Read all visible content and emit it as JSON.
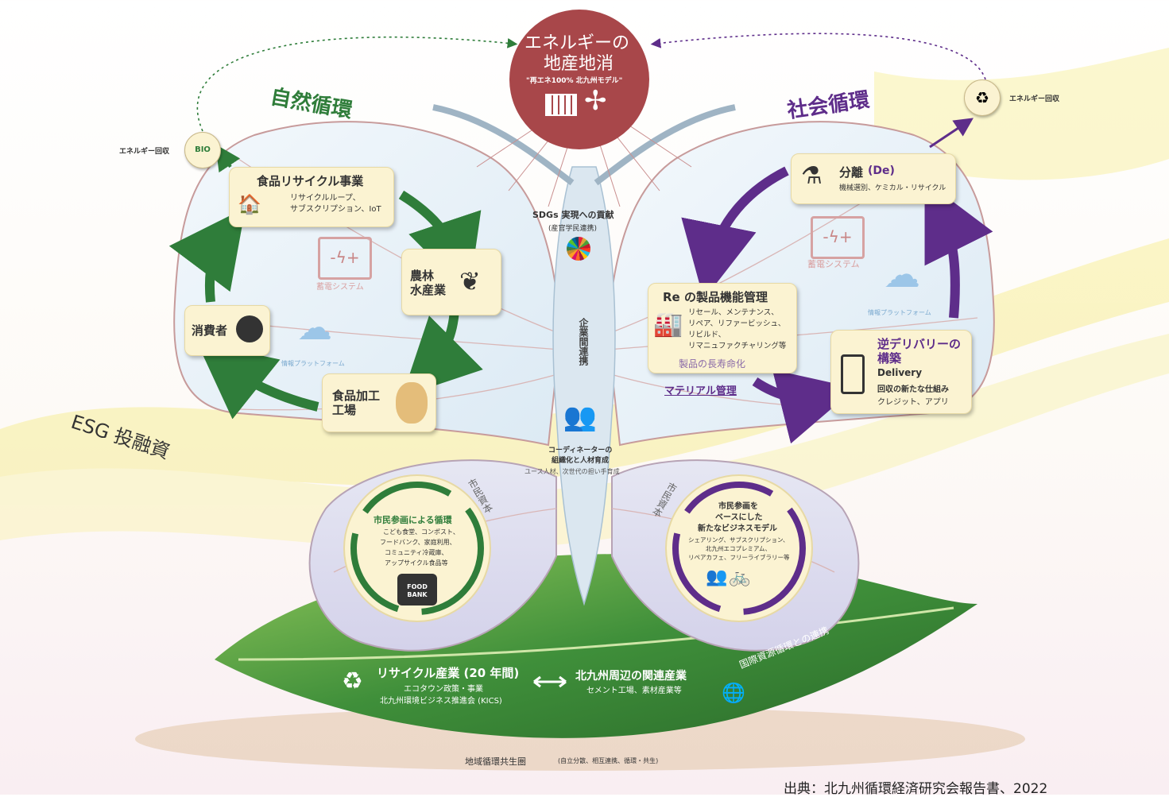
{
  "top": {
    "title_line1": "エネルギーの",
    "title_line2": "地産地消",
    "subtitle": "\"再エネ100% 北九州モデル\""
  },
  "left_wing": {
    "title": "自然循環",
    "energy_recovery": "エネルギー回収",
    "food_recycle": {
      "title": "食品リサイクル事業",
      "line1": "リサイクルループ、",
      "line2": "サブスクリプション、IoT"
    },
    "agri": {
      "line1": "農林",
      "line2": "水産業"
    },
    "factory": {
      "line1": "食品加工",
      "line2": "工場"
    },
    "consumer": "消費者",
    "battery": "蓄電システム",
    "platform": "情報プラットフォーム"
  },
  "right_wing": {
    "title": "社会循環",
    "energy_recovery": "エネルギー回収",
    "separation": {
      "title": "分離",
      "paren": "(De)",
      "sub": "機械選別、ケミカル・リサイクル"
    },
    "battery": "蓄電システム",
    "platform": "情報プラットフォーム",
    "re_mgmt": {
      "title": "Re の製品機能管理",
      "line1": "リセール、メンテナンス、",
      "line2": "リペア、リファービッシュ、",
      "line3": "リビルド、",
      "line4": "リマニュファクチャリング等",
      "longevity": "製品の長寿命化"
    },
    "material": "マテリアル管理",
    "reverse": {
      "title1": "逆デリバリーの",
      "title2": "構築",
      "delivery": "Delivery",
      "line1": "回収の新たな仕組み",
      "line2": "クレジット、アプリ"
    }
  },
  "body": {
    "sdgs1": "SDGs 実現への貢献",
    "sdgs2": "(産官学民連携)",
    "corp": "企業間連携",
    "coord1": "コーディネーターの",
    "coord2": "組織化と人材育成",
    "coord3": "ユース人材、次世代の担い手育成",
    "citizen_capital": "市民資本"
  },
  "esg": "ESG 投融資",
  "lower_left": {
    "title": "市民参画による循環",
    "line1": "こども食堂、コンポスト、",
    "line2": "フードバンク、家庭利用、",
    "line3": "コミュニティ冷蔵庫、",
    "line4": "アップサイクル食品等",
    "foodbank1": "FOOD",
    "foodbank2": "BANK"
  },
  "lower_right": {
    "title1": "市民参画を",
    "title2": "ベースにした",
    "title3": "新たなビジネスモデル",
    "line1": "シェアリング、サブスクリプション、",
    "line2": "北九州エコプレミアム、",
    "line3": "リペアカフェ、フリーライブラリー等"
  },
  "leaf": {
    "recycle_title": "リサイクル産業 (20 年間)",
    "recycle_line1": "エコタウン政策・事業",
    "recycle_line2": "北九州環境ビジネス推進会 (KICS)",
    "related_title": "北九州周辺の関連産業",
    "related_line1": "セメント工場、素材産業等",
    "intl": "国際資源循環との連携"
  },
  "footer_symbiosis": "地域循環共生圏",
  "footer_symbiosis_sub": "(自立分散、相互連携、循環・共生)",
  "source": "出典：北九州循環経済研究会報告書、2022",
  "colors": {
    "green": "#2f7d3a",
    "purple": "#5e2d8a",
    "maroon": "#a8474a",
    "note": "#fbf3d2"
  }
}
